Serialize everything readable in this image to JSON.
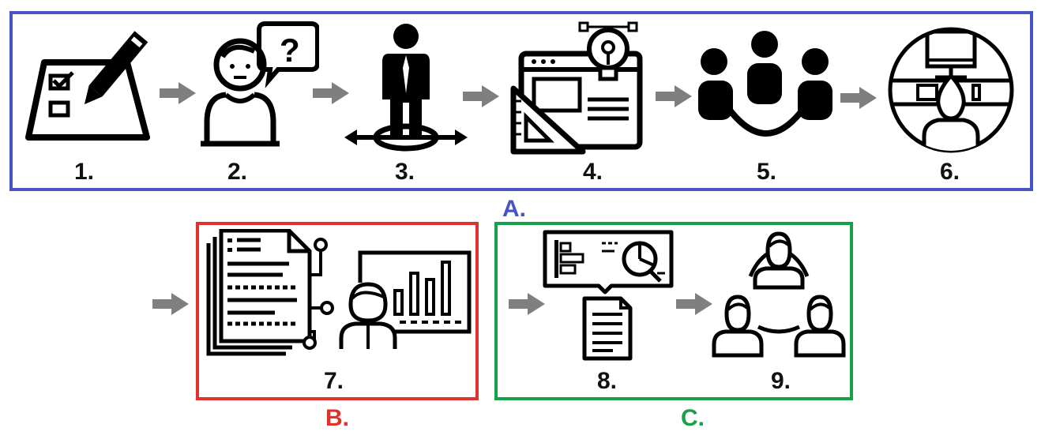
{
  "groups": {
    "a": {
      "label": "A.",
      "color": "#4556c4"
    },
    "b": {
      "label": "B.",
      "color": "#e0312b"
    },
    "c": {
      "label": "C.",
      "color": "#15a04a"
    }
  },
  "steps": [
    {
      "label": "1.",
      "icon": "checklist-pencil-icon"
    },
    {
      "label": "2.",
      "icon": "person-question-icon"
    },
    {
      "label": "3.",
      "icon": "standing-businessman-icon"
    },
    {
      "label": "4.",
      "icon": "design-blueprint-icon"
    },
    {
      "label": "5.",
      "icon": "team-meeting-icon"
    },
    {
      "label": "6.",
      "icon": "workstation-user-icon"
    },
    {
      "label": "7.",
      "icon": "report-presentation-icon"
    },
    {
      "label": "8.",
      "icon": "analytics-report-icon"
    },
    {
      "label": "9.",
      "icon": "people-network-icon"
    }
  ],
  "arrow_color": "#7f7f7f"
}
